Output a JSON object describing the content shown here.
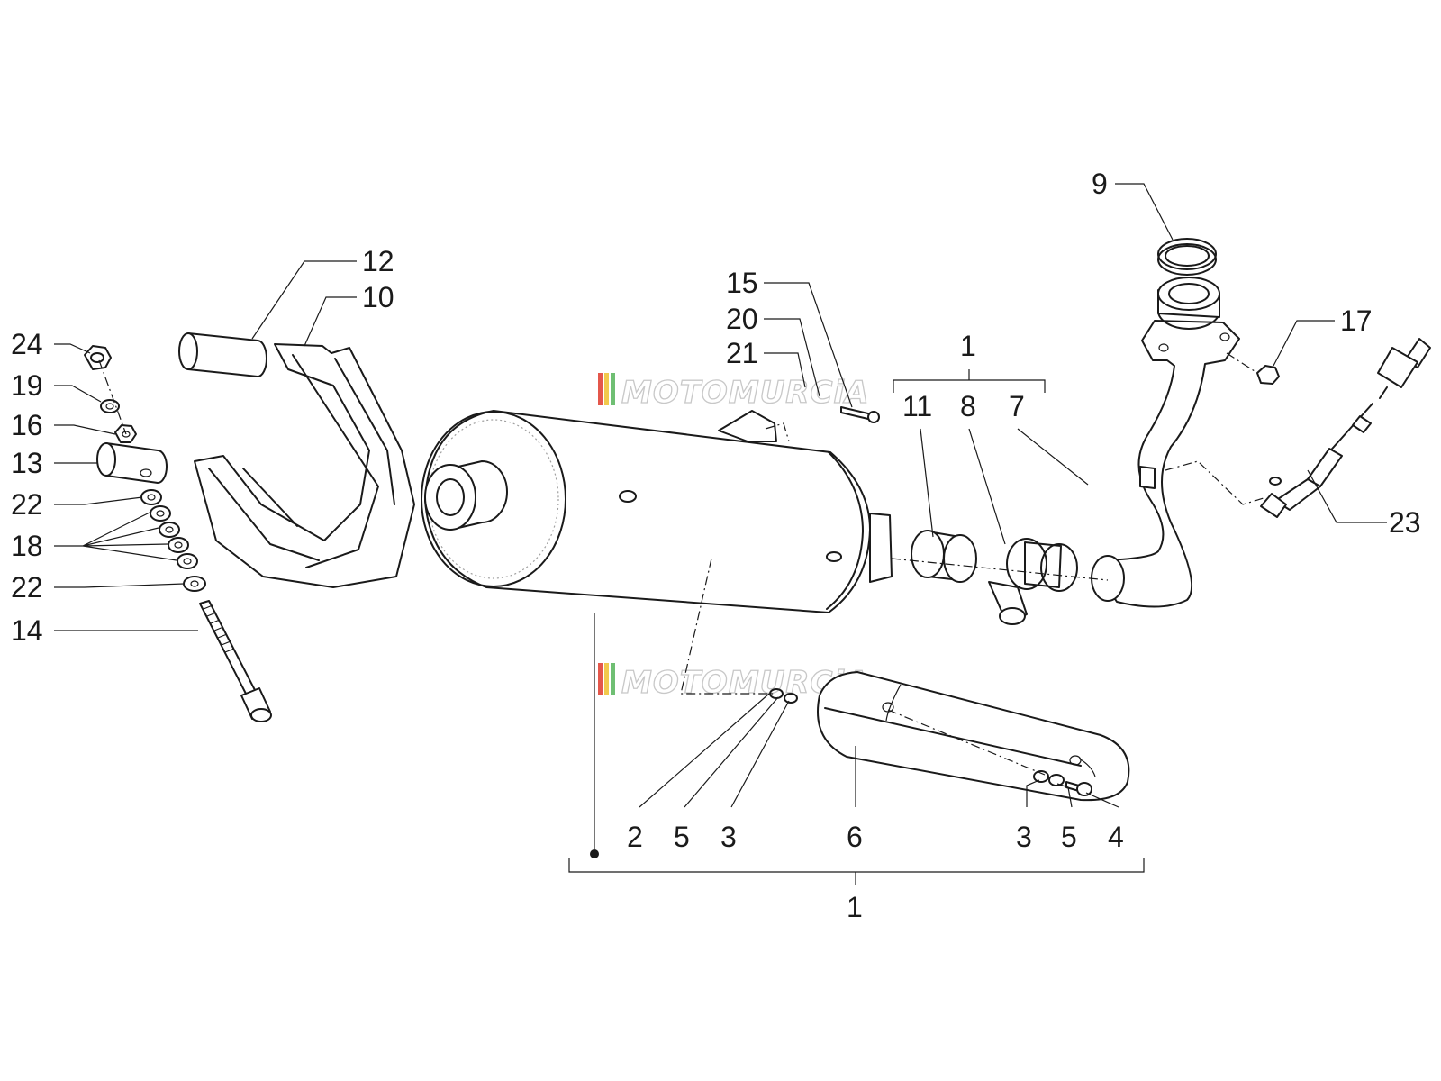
{
  "watermark": {
    "text": "MOTOMURCiA",
    "stripe_colors": [
      "#e4574b",
      "#f2c94c",
      "#6fbf73"
    ]
  },
  "callouts": {
    "c24": "24",
    "c19": "19",
    "c16": "16",
    "c13": "13",
    "c22a": "22",
    "c18": "18",
    "c22b": "22",
    "c14": "14",
    "c12": "12",
    "c10": "10",
    "c15": "15",
    "c20": "20",
    "c21": "21",
    "c1top": "1",
    "c11": "11",
    "c8": "8",
    "c7": "7",
    "c9": "9",
    "c17": "17",
    "c23": "23",
    "c2": "2",
    "c5a": "5",
    "c3a": "3",
    "c6": "6",
    "c3b": "3",
    "c5b": "5",
    "c4": "4",
    "c1bottom": "1"
  }
}
